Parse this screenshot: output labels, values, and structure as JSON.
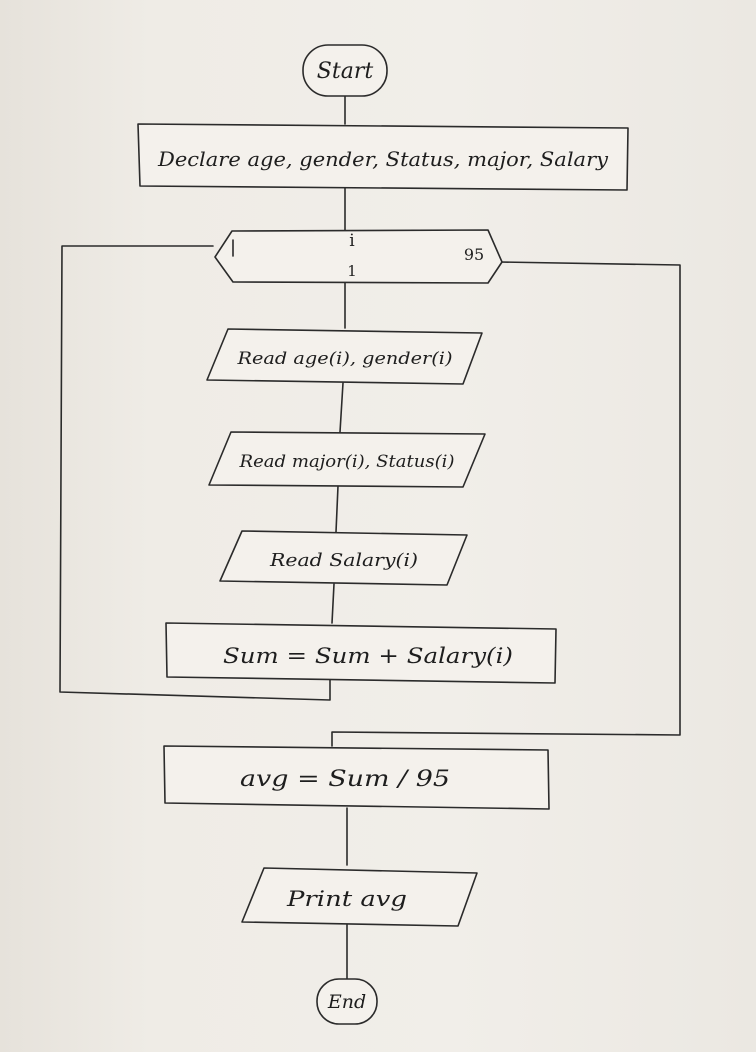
{
  "start": "Start",
  "declare": "Declare age, gender, Status, major, Salary",
  "loop": {
    "from": "1",
    "var": "i",
    "step": "1",
    "to": "95"
  },
  "read1": "Read age(i), gender(i)",
  "read2": "Read major(i), Status(i)",
  "read3": "Read Salary(i)",
  "sum": "Sum = Sum + Salary(i)",
  "avg": "avg = Sum / 95",
  "print": "Print avg",
  "end": "End"
}
